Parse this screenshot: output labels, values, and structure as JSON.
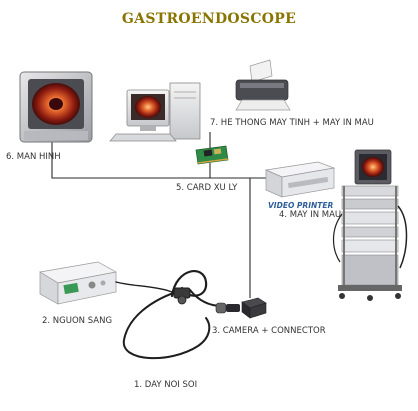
{
  "title": "GASTROENDOSCOPE",
  "colors": {
    "title": "#8a7400",
    "wire": "#2a2a2a",
    "brand": "#2e5d9b"
  },
  "components": [
    {
      "key": "monitor",
      "label": "6. MAN HINH",
      "icon": "crt-monitor-icon"
    },
    {
      "key": "computer",
      "label": "7. HE THONG MAY TINH + MAY IN MAU",
      "icon": "computer-icon"
    },
    {
      "key": "card",
      "label": "5. CARD XU LY",
      "icon": "processing-card-icon"
    },
    {
      "key": "video_printer",
      "label": "4. MAY IN MAU",
      "brand": "VIDEO PRINTER",
      "icon": "video-printer-icon"
    },
    {
      "key": "light_source",
      "label": "2. NGUON SANG",
      "icon": "light-source-icon"
    },
    {
      "key": "camera",
      "label": "3. CAMERA + CONNECTOR",
      "icon": "camera-icon"
    },
    {
      "key": "scope",
      "label": "1. DAY NOI SOI",
      "icon": "endoscope-icon"
    },
    {
      "key": "cart",
      "label": "",
      "icon": "endoscopy-cart-icon"
    }
  ]
}
